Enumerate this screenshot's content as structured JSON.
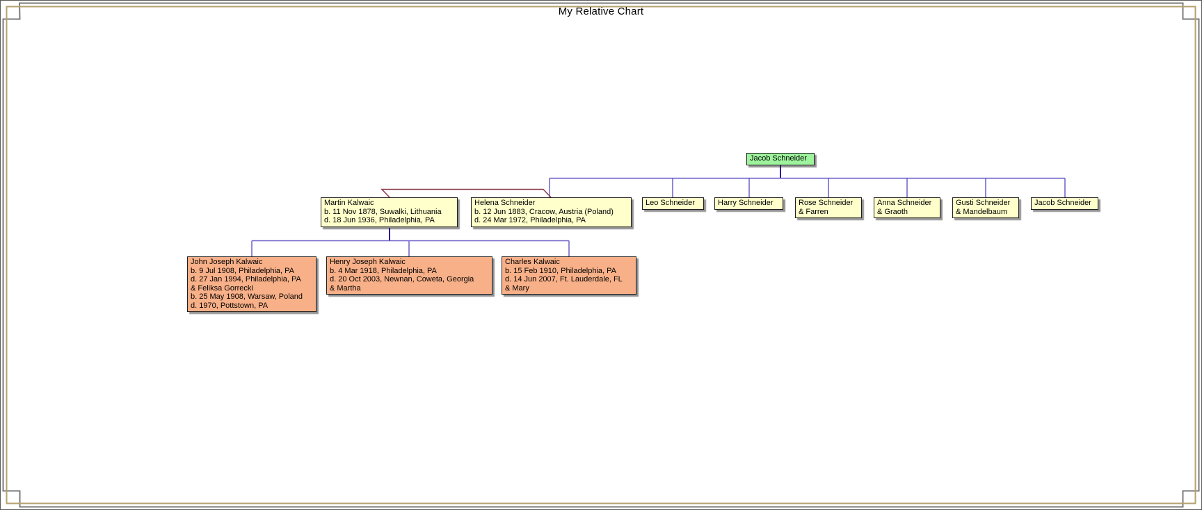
{
  "title": "My Relative Chart",
  "people": {
    "jacob_sr": {
      "text": "Jacob Schneider"
    },
    "martin": {
      "text": "Martin Kalwaic\nb. 11 Nov 1878, Suwalki, Lithuania\nd. 18 Jun 1936, Philadelphia, PA"
    },
    "helena": {
      "text": "Helena Schneider\nb. 12 Jun 1883, Cracow, Austria (Poland)\nd. 24 Mar 1972, Philadelphia, PA"
    },
    "leo": {
      "text": "Leo Schneider"
    },
    "harry": {
      "text": "Harry Schneider"
    },
    "rose": {
      "text": "Rose Schneider\n& Farren"
    },
    "anna": {
      "text": "Anna Schneider\n& Graoth"
    },
    "gusti": {
      "text": "Gusti Schneider\n& Mandelbaum"
    },
    "jacob_jr": {
      "text": "Jacob Schneider"
    },
    "john": {
      "text": "John Joseph Kalwaic\nb. 9 Jul 1908, Philadelphia, PA\nd. 27 Jan 1994, Philadelphia, PA\n& Feliksa Gorrecki\nb. 25 May 1908, Warsaw, Poland\nd. 1970, Pottstown, PA"
    },
    "henry": {
      "text": "Henry Joseph Kalwaic\nb. 4 Mar 1918, Philadelphia, PA\nd. 20 Oct 2003, Newnan, Coweta, Georgia\n& Martha"
    },
    "charles": {
      "text": "Charles Kalwaic\nb. 15 Feb 1910, Philadelphia, PA\nd. 14 Jun 2007, Ft. Lauderdale, FL\n& Mary"
    }
  },
  "colors": {
    "highlight_box_fill": "#9ef49d",
    "ancestor_box_fill": "#ffffcb",
    "descendant_box_fill": "#f8b088",
    "descent_line": "#2a10a0",
    "sibling_line": "#6b5fc8",
    "marriage_line": "#8a3a4a",
    "frame_outer_gray": "#7b7b7b",
    "frame_inner_tan": "#b4a26e"
  }
}
